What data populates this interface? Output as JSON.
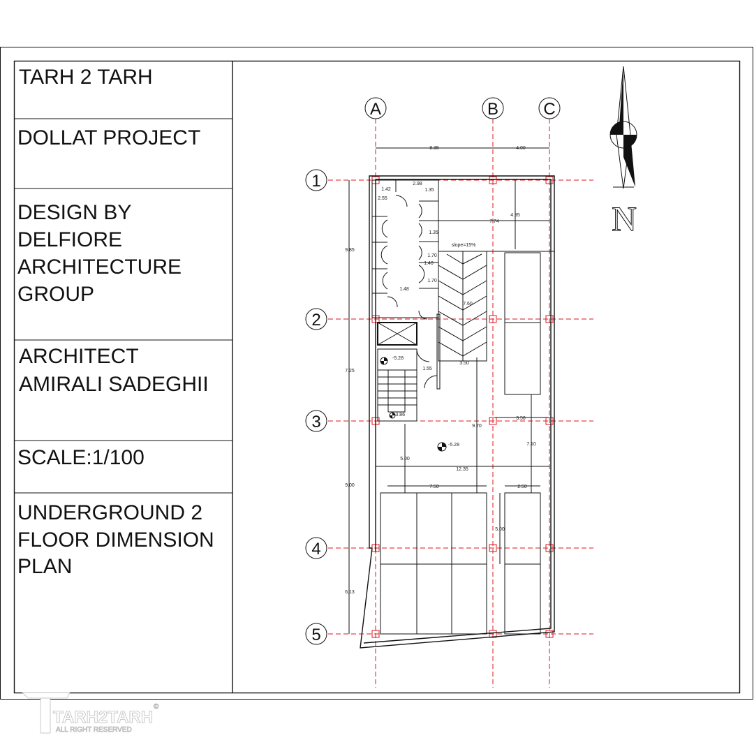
{
  "title_block": {
    "company": "TARH 2 TARH",
    "project": "DOLLAT PROJECT",
    "design_by": [
      "DESIGN BY",
      "DELFIORE",
      "ARCHITECTURE",
      "GROUP"
    ],
    "architect": [
      "ARCHITECT",
      "AMIRALI SADEGHII"
    ],
    "scale": "SCALE:1/100",
    "drawing_title": [
      "UNDERGROUND 2",
      "FLOOR DIMENSION",
      "PLAN"
    ]
  },
  "grid": {
    "columns": [
      "A",
      "B",
      "C"
    ],
    "rows": [
      "1",
      "2",
      "3",
      "4",
      "5"
    ]
  },
  "north_label": "N",
  "dimensions": {
    "top_ab": "8.35",
    "top_bc": "4.00",
    "wc_1": "1.42",
    "wc_2": "2.98",
    "wc_3": "1.35",
    "wc_4": "2.55",
    "d_774": "7.74",
    "d_495": "4.95",
    "wc_5": "1.35",
    "slope": "slope=15%",
    "wc_6": "1.70",
    "wc_7": "1.40",
    "wc_8": "1.70",
    "wc_9": "1.48",
    "ramp_len": "7.60",
    "left_12": "9.85",
    "left_23": "7.25",
    "left_34": "9.00",
    "left_45": "6.13",
    "level_stair": "-5.28",
    "d_155": "1.55",
    "ramp_w": "3.50",
    "level_low": "-3.86",
    "d_350b": "3.50",
    "d_970": "9.70",
    "d_710": "7.10",
    "level_main": "-5.28",
    "d_500a": "5.00",
    "d_1235": "12.35",
    "d_750": "7.50",
    "d_250": "2.50",
    "d_500b": "5.00"
  },
  "watermark": {
    "brand": "TARH2TARH",
    "rights": "ALL RIGHT RESERVED",
    "symbol": "©"
  }
}
